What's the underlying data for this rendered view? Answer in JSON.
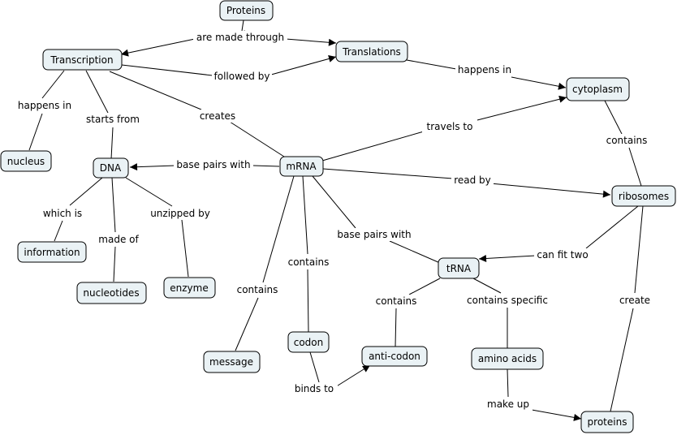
{
  "concepts": {
    "proteins_top": "Proteins",
    "transcription": "Transcription",
    "translations": "Translations",
    "cytoplasm": "cytoplasm",
    "nucleus": "nucleus",
    "dna": "DNA",
    "mrna": "mRNA",
    "ribosomes": "ribosomes",
    "information": "information",
    "nucleotides": "nucleotides",
    "enzyme": "enzyme",
    "trna": "tRNA",
    "message": "message",
    "codon": "codon",
    "anticodon": "anti-codon",
    "amino_acids": "amino acids",
    "proteins_bottom": "proteins"
  },
  "links": {
    "are_made_through": "are made through",
    "followed_by": "followed by",
    "happens_in_1": "happens in",
    "happens_in_2": "happens in",
    "starts_from": "starts from",
    "creates": "creates",
    "travels_to": "travels to",
    "contains_ribo": "contains",
    "base_pairs_with_1": "base pairs with",
    "read_by": "read by",
    "which_is": "which is",
    "made_of": "made of",
    "unzipped_by": "unzipped by",
    "base_pairs_with_2": "base pairs with",
    "can_fit_two": "can fit two",
    "contains_message": "contains",
    "contains_codon": "contains",
    "contains_anticodon": "contains",
    "contains_specific": "contains specific",
    "create": "create",
    "binds_to": "binds to",
    "make_up": "make up"
  }
}
